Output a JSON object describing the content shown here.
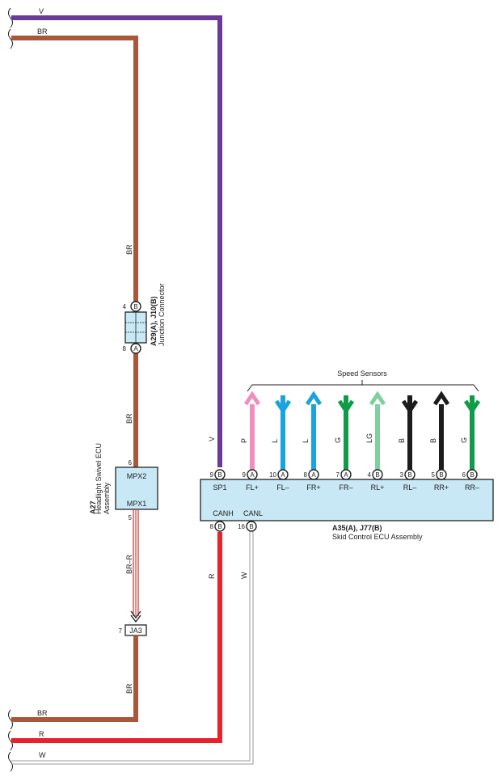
{
  "colors": {
    "violet": "#6b3a96",
    "brown": "#a9573a",
    "red": "#e8222a",
    "white_wire": "#9a9a9a",
    "pink": "#ee8fbf",
    "blue": "#1aa3dc",
    "green": "#0f9b48",
    "light_green": "#7fcf9f",
    "black": "#1c1c1c",
    "ecu_fill": "#c8e8f5"
  },
  "wires": {
    "v": "V",
    "br": "BR",
    "r": "R",
    "w": "W",
    "br_r": "BR–R"
  },
  "junction": {
    "name": "A29(A), J10(B)",
    "desc": "Junction Connector",
    "pin_top": "4",
    "pin_top_tag": "B",
    "pin_bottom": "8",
    "pin_bottom_tag": "A"
  },
  "headlight_ecu": {
    "code": "A27",
    "desc_line1": "Headlight Swivel ECU",
    "desc_line2": "Assembly",
    "pin_top": "6",
    "pin_bottom": "5",
    "term_top": "MPX2",
    "term_bottom": "MPX1"
  },
  "ja3": {
    "label": "JA3",
    "pin": "7"
  },
  "skid_ecu": {
    "name": "A35(A), J77(B)",
    "desc": "Skid Control ECU Assembly",
    "top_pins": [
      {
        "num": "9",
        "tag": "B",
        "term": "SP1",
        "wire": "V"
      },
      {
        "num": "9",
        "tag": "A",
        "term": "FL+",
        "wire": "P"
      },
      {
        "num": "10",
        "tag": "A",
        "term": "FL–",
        "wire": "L"
      },
      {
        "num": "8",
        "tag": "A",
        "term": "FR+",
        "wire": "L"
      },
      {
        "num": "7",
        "tag": "A",
        "term": "FR–",
        "wire": "G"
      },
      {
        "num": "4",
        "tag": "B",
        "term": "RL+",
        "wire": "LG"
      },
      {
        "num": "3",
        "tag": "B",
        "term": "RL–",
        "wire": "B"
      },
      {
        "num": "5",
        "tag": "B",
        "term": "RR+",
        "wire": "B"
      },
      {
        "num": "6",
        "tag": "B",
        "term": "RR–",
        "wire": "G"
      }
    ],
    "bottom_pins": [
      {
        "num": "8",
        "tag": "B",
        "term": "CANH"
      },
      {
        "num": "16",
        "tag": "B",
        "term": "CANL"
      }
    ]
  },
  "speed_sensors": {
    "label": "Speed Sensors"
  }
}
